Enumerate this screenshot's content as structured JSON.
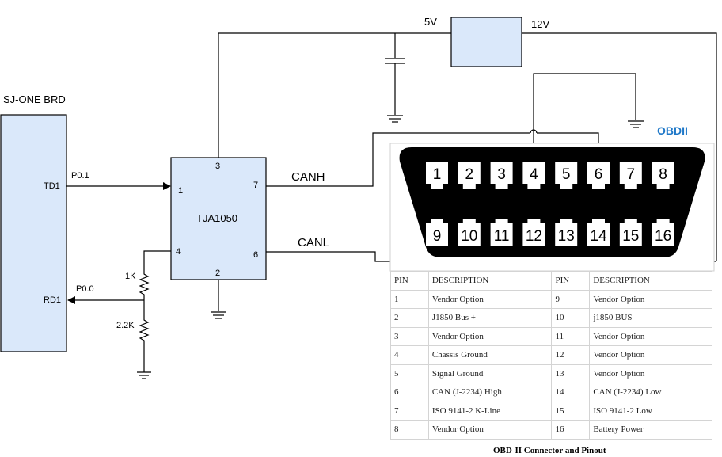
{
  "board": {
    "title": "SJ-ONE BRD",
    "pin_td": "TD1",
    "pin_rd": "RD1"
  },
  "transceiver": {
    "name": "TJA1050",
    "pin1": "1",
    "pin2": "2",
    "pin3": "3",
    "pin4": "4",
    "pin6": "6",
    "pin7": "7"
  },
  "nets": {
    "p01": "P0.1",
    "p00": "P0.0",
    "canh": "CANH",
    "canl": "CANL",
    "v5": "5V",
    "v12": "12V"
  },
  "resistors": {
    "r1": "1K",
    "r2": "2.2K"
  },
  "obd": {
    "title": "OBDII",
    "top_pins": [
      "1",
      "2",
      "3",
      "4",
      "5",
      "6",
      "7",
      "8"
    ],
    "bottom_pins": [
      "9",
      "10",
      "11",
      "12",
      "13",
      "14",
      "15",
      "16"
    ],
    "caption": "OBD-II Connector and Pinout"
  },
  "pinout_table": {
    "headers": [
      "PIN",
      "DESCRIPTION",
      "PIN",
      "DESCRIPTION"
    ],
    "rows": [
      [
        "1",
        "Vendor Option",
        "9",
        "Vendor Option"
      ],
      [
        "2",
        "J1850 Bus +",
        "10",
        "j1850 BUS"
      ],
      [
        "3",
        "Vendor Option",
        "11",
        "Vendor Option"
      ],
      [
        "4",
        "Chassis Ground",
        "12",
        "Vendor Option"
      ],
      [
        "5",
        "Signal Ground",
        "13",
        "Vendor Option"
      ],
      [
        "6",
        "CAN (J-2234) High",
        "14",
        "CAN (J-2234) Low"
      ],
      [
        "7",
        "ISO 9141-2 K-Line",
        "15",
        "ISO 9141-2 Low"
      ],
      [
        "8",
        "Vendor Option",
        "16",
        "Battery Power"
      ]
    ]
  }
}
